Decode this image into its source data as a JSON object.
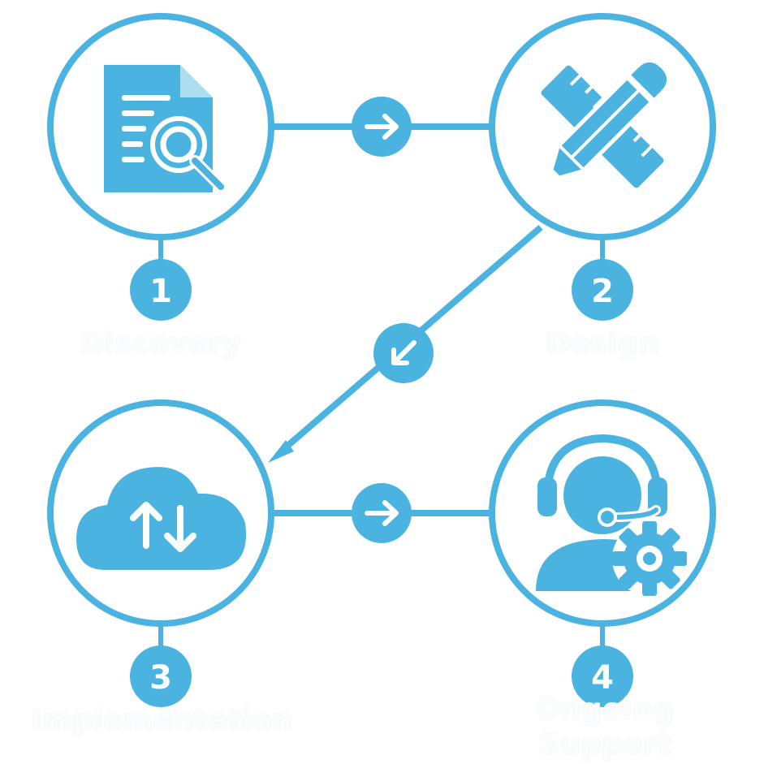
{
  "colors": {
    "accent": "#4bb3df",
    "background": "#ffffff",
    "label": "#fbfcfd"
  },
  "steps": [
    {
      "number": "1",
      "label": "Discovery",
      "icon": "document-search-icon"
    },
    {
      "number": "2",
      "label": "Design",
      "icon": "ruler-pencil-icon"
    },
    {
      "number": "3",
      "label": "Implementation",
      "icon": "cloud-sync-icon"
    },
    {
      "number": "4",
      "label": "Ongoing\nSupport",
      "icon": "support-agent-gear-icon"
    }
  ],
  "connectors": [
    {
      "from": "1",
      "to": "2",
      "icon": "arrow-right-icon"
    },
    {
      "from": "2",
      "to": "3",
      "icon": "arrow-down-left-icon"
    },
    {
      "from": "3",
      "to": "4",
      "icon": "arrow-right-icon"
    }
  ]
}
